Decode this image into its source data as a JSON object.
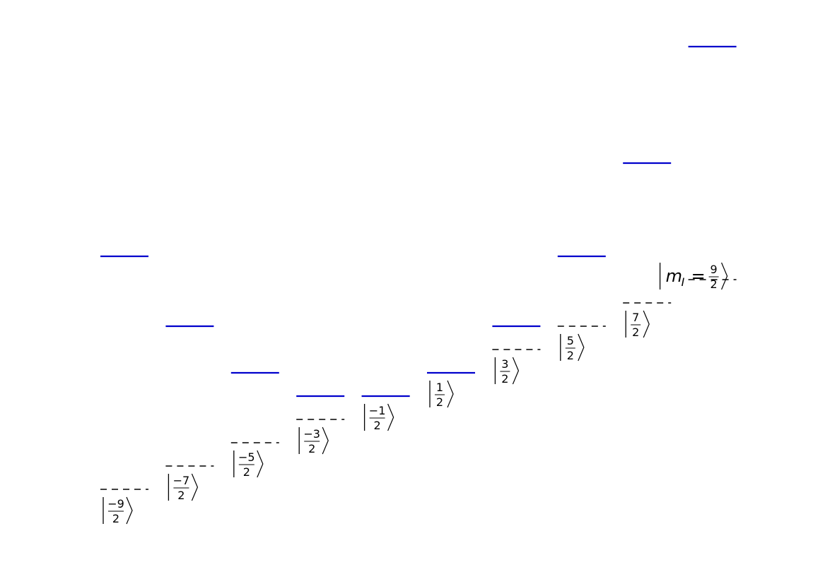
{
  "diagram": {
    "colors": {
      "perturbed": "#0000cc",
      "unperturbed": "#000000",
      "background": "#ffffff"
    },
    "first_state_prefix": "m",
    "first_state_subscript": "I",
    "first_state_equals": "=",
    "states": [
      {
        "num": "−9",
        "den": "2",
        "level": 0.0,
        "perturbed": 0.5
      },
      {
        "num": "−7",
        "den": "2",
        "level": 0.05,
        "perturbed": 0.35
      },
      {
        "num": "−5",
        "den": "2",
        "level": 0.1,
        "perturbed": 0.25
      },
      {
        "num": "−3",
        "den": "2",
        "level": 0.15,
        "perturbed": 0.2
      },
      {
        "num": "−1",
        "den": "2",
        "level": 0.2,
        "perturbed": 0.2
      },
      {
        "num": "1",
        "den": "2",
        "level": 0.25,
        "perturbed": 0.25
      },
      {
        "num": "3",
        "den": "2",
        "level": 0.3,
        "perturbed": 0.35
      },
      {
        "num": "5",
        "den": "2",
        "level": 0.35,
        "perturbed": 0.5
      },
      {
        "num": "7",
        "den": "2",
        "level": 0.4,
        "perturbed": 0.7
      },
      {
        "num": "9",
        "den": "2",
        "level": 0.45,
        "perturbed": 0.95
      }
    ]
  }
}
